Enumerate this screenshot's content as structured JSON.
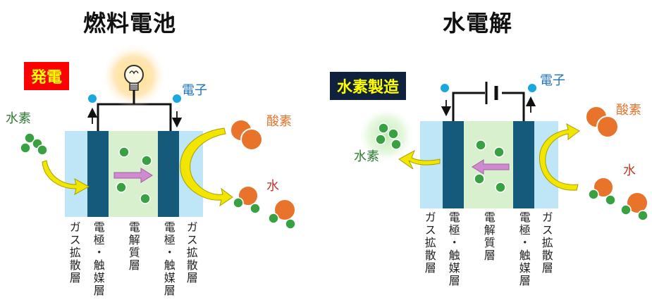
{
  "fuel_cell": {
    "title": "燃料電池",
    "badge": "発電",
    "electron_label": "電子",
    "hydrogen_label": "水素",
    "oxygen_label": "酸素",
    "water_label": "水",
    "layers": [
      "ガス拡散層",
      "電極・触媒層",
      "電解質層",
      "電極・触媒層",
      "ガス拡散層"
    ]
  },
  "electrolysis": {
    "title": "水電解",
    "badge": "水素製造",
    "electron_label": "電子",
    "hydrogen_label": "水素",
    "oxygen_label": "酸素",
    "water_label": "水",
    "layers": [
      "ガス拡散層",
      "電極・触媒層",
      "電解質層",
      "電極・触媒層",
      "ガス拡散層"
    ]
  },
  "colors": {
    "gas_layer": "#bfe6f7",
    "electrode": "#155a7a",
    "electrolyte": "#d9f0cf",
    "hydrogen": "#3aa142",
    "oxygen": "#e8732a",
    "electron": "#1aa7e0",
    "flow_arrow": "#f2e600",
    "proton_arrow": "#d08ad0"
  },
  "icons": [
    "light-bulb-icon",
    "battery-icon"
  ]
}
